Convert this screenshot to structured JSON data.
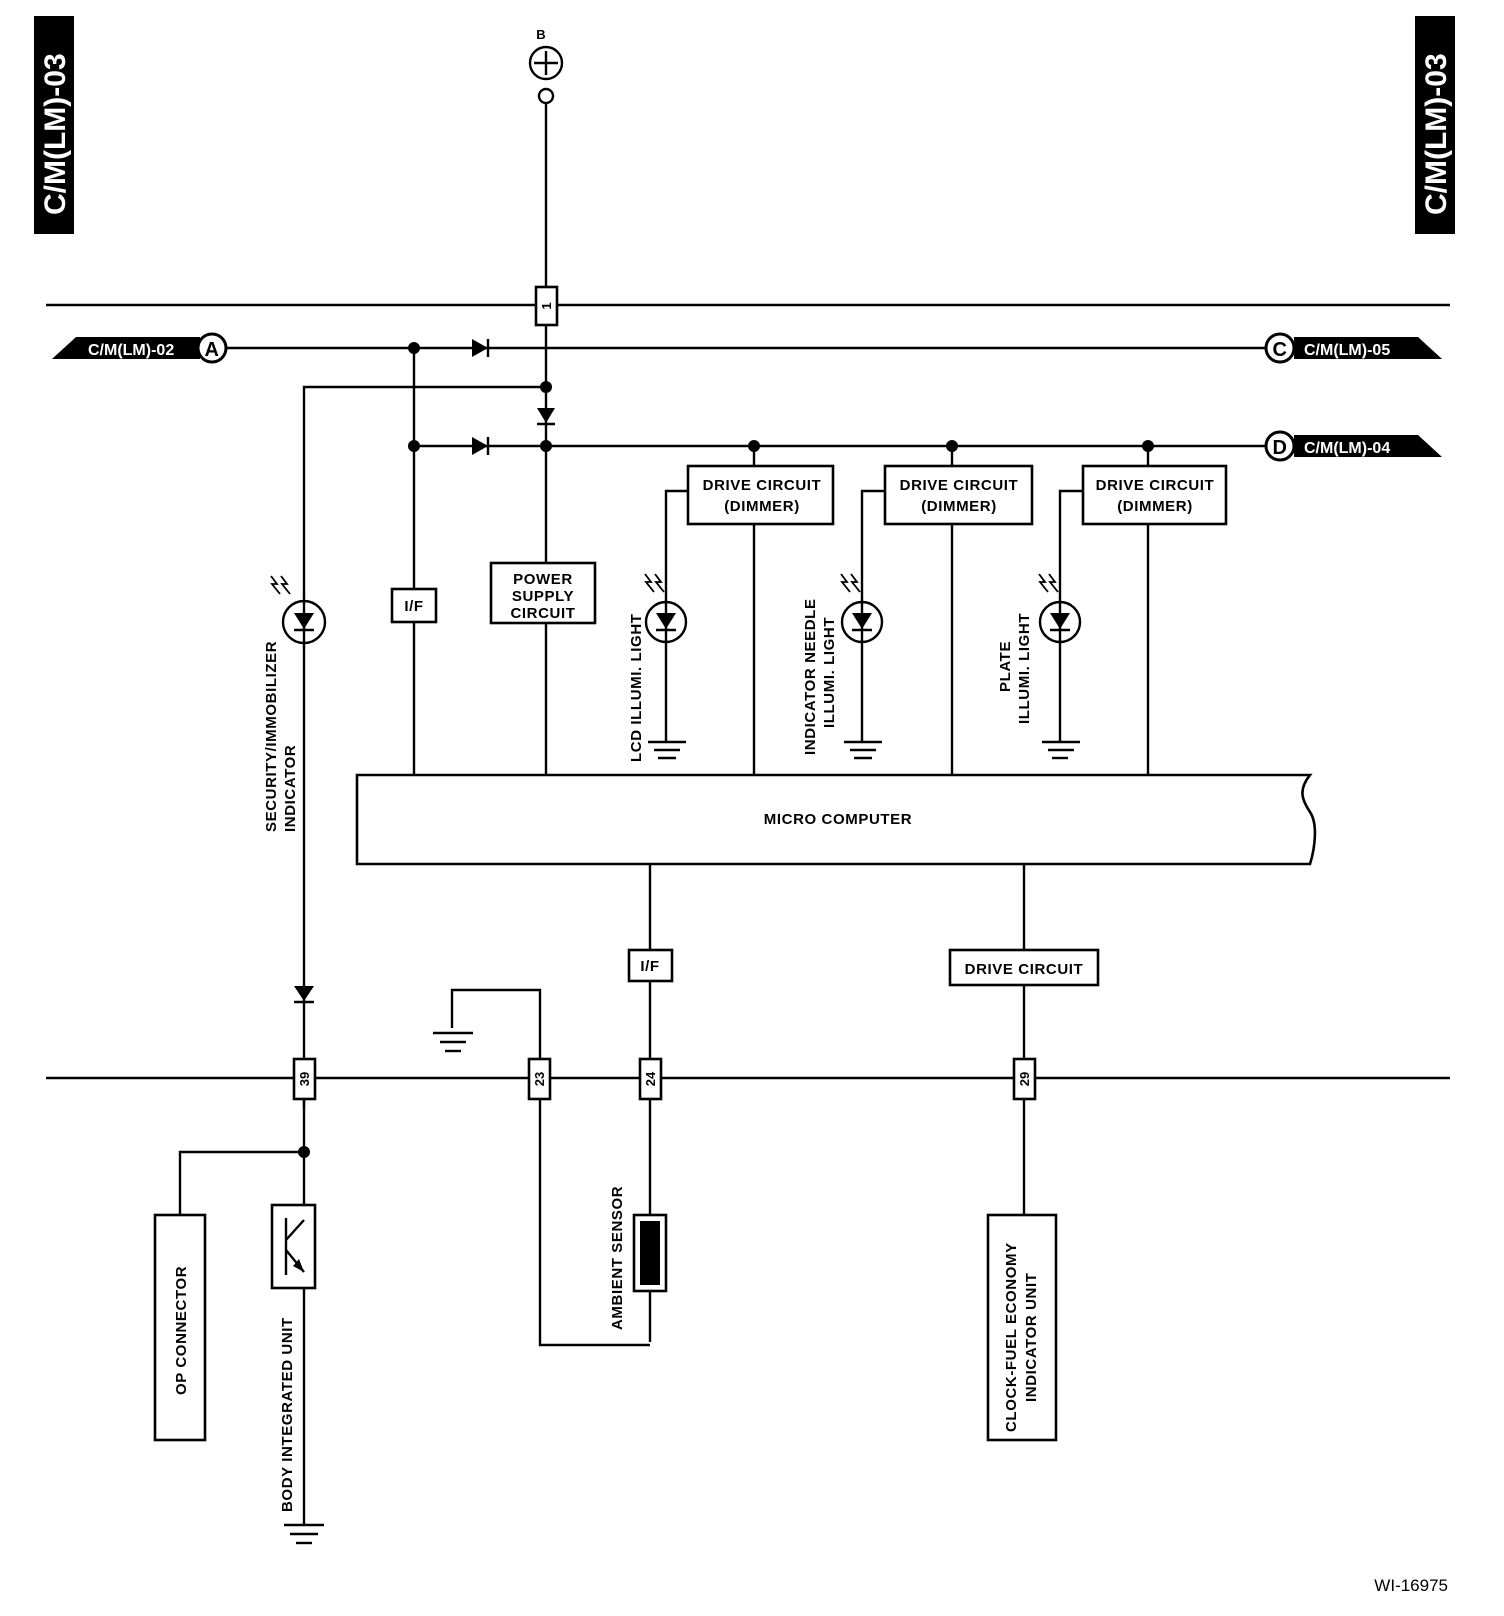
{
  "page_tabs": {
    "left": "C/M(LM)-03",
    "right": "C/M(LM)-03"
  },
  "power": {
    "label": "B"
  },
  "flags": {
    "a": {
      "letter": "A",
      "ref": "C/M(LM)-02"
    },
    "c": {
      "letter": "C",
      "ref": "C/M(LM)-05"
    },
    "d": {
      "letter": "D",
      "ref": "C/M(LM)-04"
    }
  },
  "pins": {
    "p1": "1",
    "p39": "39",
    "p23": "23",
    "p24": "24",
    "p29": "29"
  },
  "blocks": {
    "drive_dimmer": [
      "DRIVE CIRCUIT",
      "(DIMMER)"
    ],
    "if_label": "I/F",
    "power_supply": [
      "POWER",
      "SUPPLY",
      "CIRCUIT"
    ],
    "micro_computer": "MICRO COMPUTER",
    "drive_circuit": "DRIVE CIRCUIT"
  },
  "lamps": {
    "security": [
      "SECURITY/IMMOBILIZER",
      "INDICATOR"
    ],
    "lcd": [
      "LCD ILLUMI. LIGHT"
    ],
    "needle": [
      "INDICATOR NEEDLE",
      "ILLUMI. LIGHT"
    ],
    "plate": [
      "PLATE",
      "ILLUMI. LIGHT"
    ]
  },
  "external": {
    "op_connector": "OP CONNECTOR",
    "body_unit": "BODY INTEGRATED UNIT",
    "ambient_sensor": "AMBIENT SENSOR",
    "clock_unit": [
      "CLOCK-FUEL ECONOMY",
      "INDICATOR UNIT"
    ]
  },
  "figure_id": "WI-16975"
}
